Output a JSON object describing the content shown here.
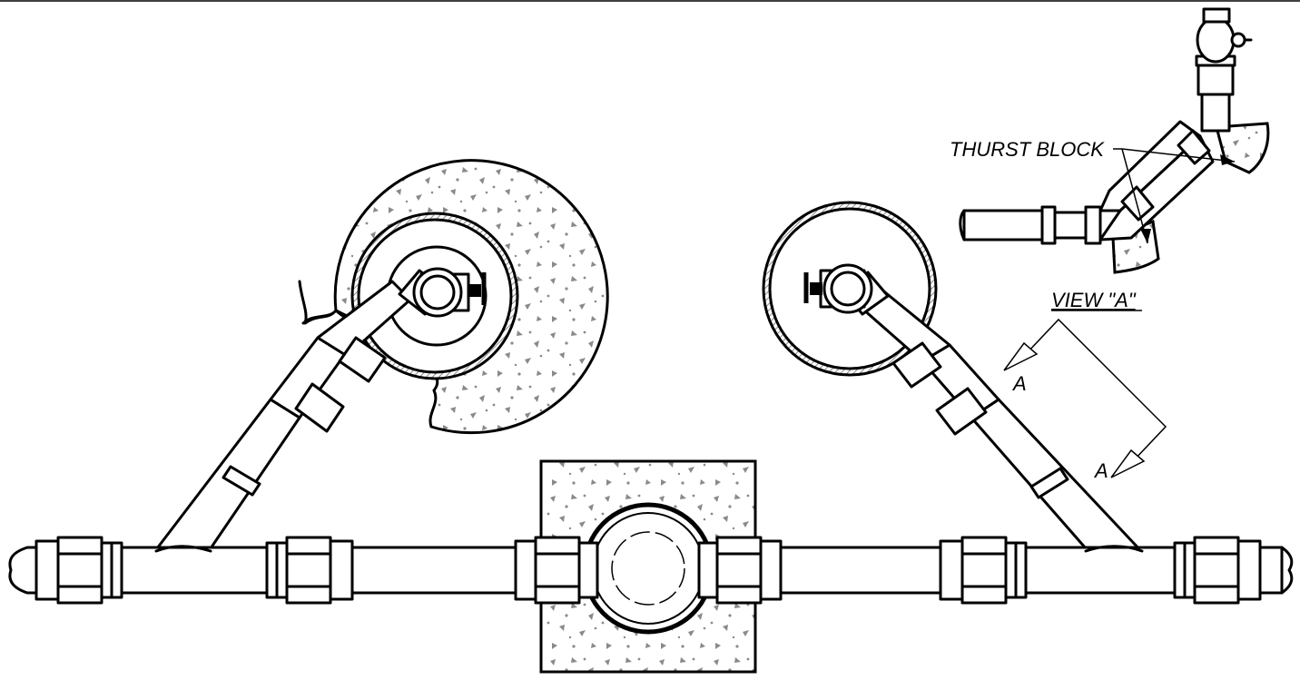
{
  "labels": {
    "thrust_block": "THURST BLOCK",
    "view_a": "VIEW \"A\"",
    "section_a_top": "A",
    "section_a_bottom": "A"
  },
  "colors": {
    "line": "#000000",
    "background": "#ffffff",
    "concrete_speckle": "#888888",
    "pipe_wall_hatch": "#999999"
  },
  "icons": {
    "valve_handle": "t-handle-icon",
    "section_arrow": "arrowhead-icon"
  }
}
